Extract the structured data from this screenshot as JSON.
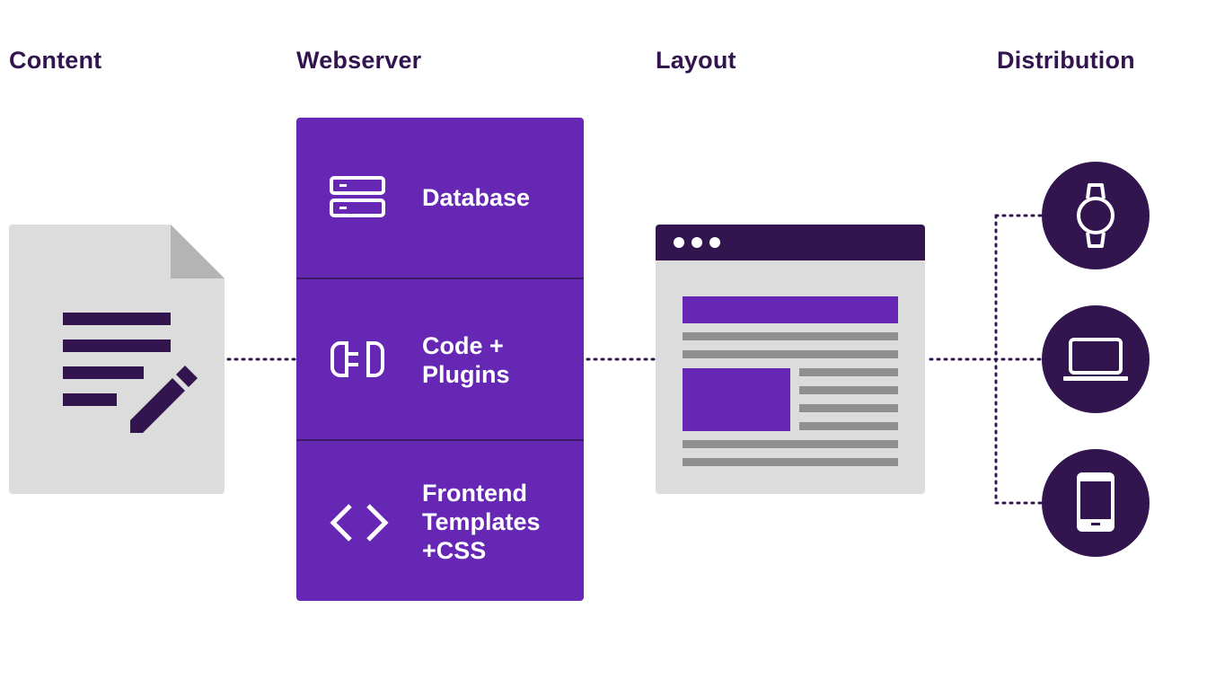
{
  "headings": {
    "content": "Content",
    "webserver": "Webserver",
    "layout": "Layout",
    "distribution": "Distribution"
  },
  "webserver": {
    "sections": [
      {
        "label": "Database",
        "icon": "database-icon"
      },
      {
        "label": "Code +\nPlugins",
        "icon": "plug-icon"
      },
      {
        "label": "Frontend\nTemplates\n+CSS",
        "icon": "code-brackets-icon"
      }
    ]
  },
  "content": {
    "icon": "document-edit-icon"
  },
  "layout": {
    "icon": "browser-window-icon"
  },
  "distribution": {
    "devices": [
      {
        "name": "smartwatch",
        "icon": "watch-icon"
      },
      {
        "name": "laptop",
        "icon": "laptop-icon"
      },
      {
        "name": "smartphone",
        "icon": "phone-icon"
      }
    ]
  },
  "colors": {
    "dark_purple": "#32154f",
    "purple": "#6628b4",
    "gray_light": "#dcdcdc",
    "gray_dark": "#8f8f8f",
    "white": "#ffffff"
  }
}
